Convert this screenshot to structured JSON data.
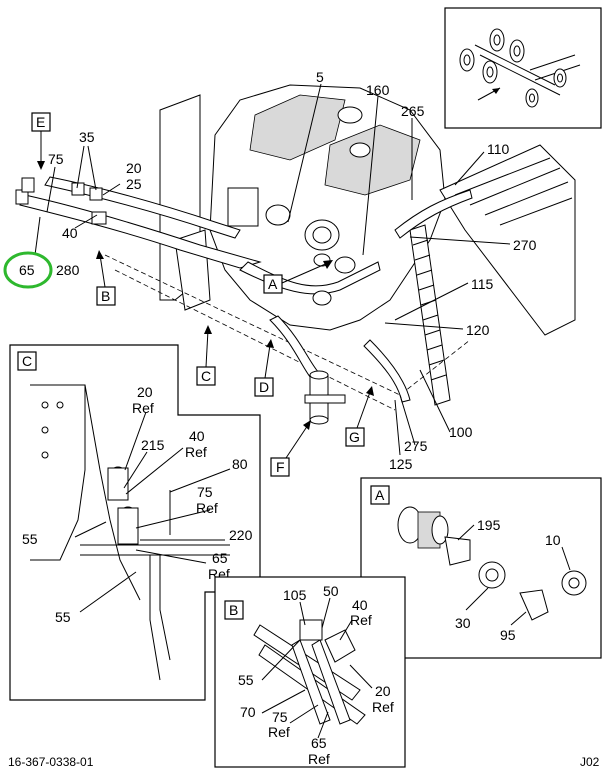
{
  "diagram": {
    "callouts_main": {
      "c5": "5",
      "c160": "160",
      "c265": "265",
      "c110": "110",
      "c270": "270",
      "c115": "115",
      "c120": "120",
      "c100": "100",
      "c275": "275",
      "c125": "125",
      "c35": "35",
      "c75": "75",
      "c20": "20",
      "c25": "25",
      "c40": "40",
      "c280": "280",
      "c65": "65"
    },
    "view_letters": {
      "E": "E",
      "B": "B",
      "A": "A",
      "C": "C",
      "D": "D",
      "F": "F",
      "G": "G"
    },
    "detail_c": {
      "letter": "C",
      "c20": "20",
      "c20ref": "Ref",
      "c215": "215",
      "c40": "40",
      "c40ref": "Ref",
      "c80": "80",
      "c75": "75",
      "c75ref": "Ref",
      "c55a": "55",
      "c220": "220",
      "c65": "65",
      "c65ref": "Ref",
      "c55b": "55"
    },
    "detail_a": {
      "letter": "A",
      "c195": "195",
      "c10": "10",
      "c30": "30",
      "c95": "95"
    },
    "detail_b": {
      "letter": "B",
      "c105": "105",
      "c50": "50",
      "c40": "40",
      "c40ref": "Ref",
      "c55": "55",
      "c20": "20",
      "c20ref": "Ref",
      "c70": "70",
      "c75": "75",
      "c75ref": "Ref",
      "c65": "65",
      "c65ref": "Ref"
    },
    "footer": {
      "drawing_number": "16-367-0338-01",
      "sheet": "J02"
    },
    "highlight_color": "#2eb82e"
  }
}
